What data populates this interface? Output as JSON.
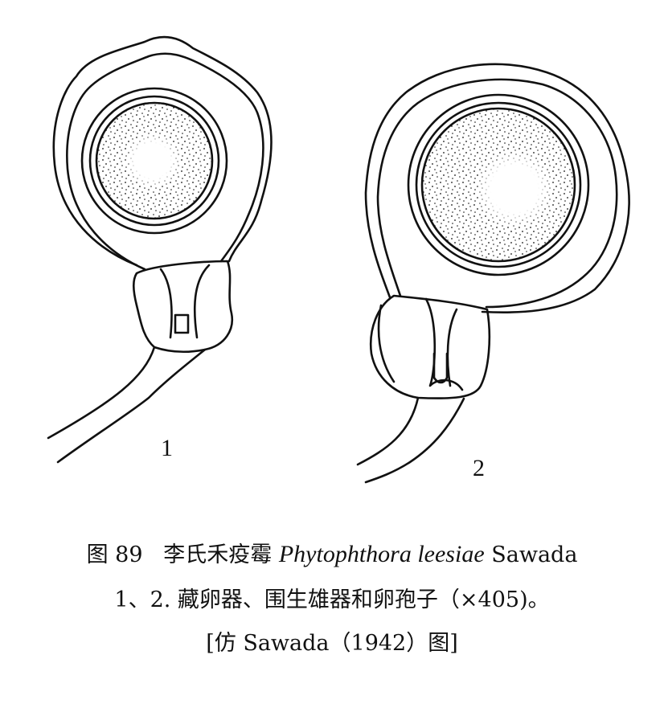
{
  "figure": {
    "panel_labels": [
      "1",
      "2"
    ]
  },
  "caption": {
    "fig_number": "图 89",
    "chinese_name": "李氏禾疫霉",
    "latin_name": "Phytophthora leesiae",
    "authority": "Sawada",
    "line2": "1、2. 藏卵器、围生雄器和卵孢子（×405)。",
    "line3": "[仿 Sawada（1942）图]"
  }
}
